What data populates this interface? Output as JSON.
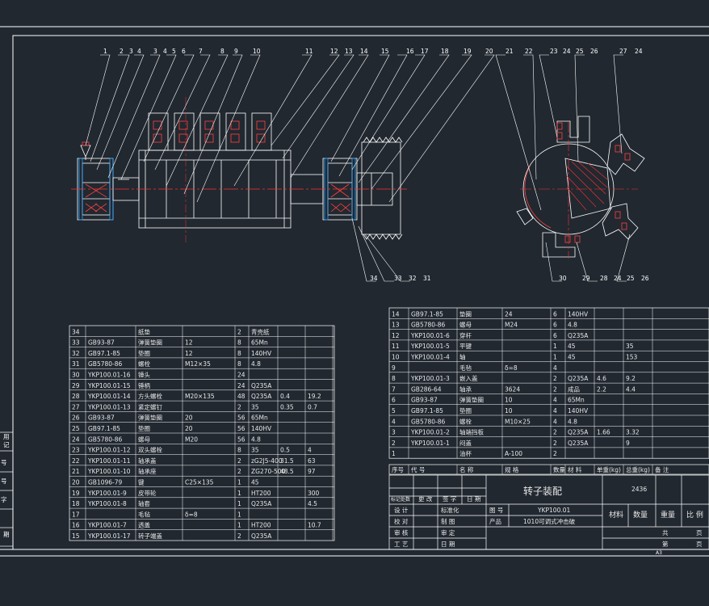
{
  "colors": {
    "background": "#212830",
    "line": "#ffffff",
    "center_line": "#ff3030",
    "hatch": "#ff3030",
    "part": "#ff4040",
    "cyan": "#29a3ff"
  },
  "top_labels": [
    "1",
    "2",
    "3",
    "4",
    "3",
    "4",
    "5",
    "6",
    "7",
    "8",
    "9",
    "10",
    "11",
    "12",
    "13",
    "14",
    "15",
    "16",
    "17",
    "18",
    "19",
    "20",
    "21",
    "22",
    "23",
    "24",
    "25",
    "26",
    "27",
    "24"
  ],
  "bottom_labels": [
    "34",
    "33",
    "32",
    "31",
    "30",
    "29",
    "28",
    "24",
    "25",
    "26"
  ],
  "left_table": [
    [
      "34",
      "",
      "纸垫",
      "",
      "2",
      "青壳纸",
      "",
      "",
      ""
    ],
    [
      "33",
      "GB93-87",
      "弹簧垫圈",
      "12",
      "8",
      "65Mn",
      "",
      "",
      ""
    ],
    [
      "32",
      "GB97.1-85",
      "垫圈",
      "12",
      "8",
      "140HV",
      "",
      "",
      ""
    ],
    [
      "31",
      "GB5780-86",
      "螺栓",
      "M12×35",
      "8",
      "4.8",
      "",
      "",
      ""
    ],
    [
      "30",
      "YKP100.01-16",
      "锤头",
      "",
      "24",
      "",
      "",
      "",
      ""
    ],
    [
      "29",
      "YKP100.01-15",
      "锤柄",
      "",
      "24",
      "Q235A",
      "",
      "",
      ""
    ],
    [
      "28",
      "YKP100.01-14",
      "方头螺栓",
      "M20×135",
      "48",
      "Q235A",
      "0.4",
      "19.2",
      ""
    ],
    [
      "27",
      "YKP100.01-13",
      "紧定螺钉",
      "",
      "2",
      "35",
      "0.35",
      "0.7",
      ""
    ],
    [
      "26",
      "GB93-87",
      "弹簧垫圈",
      "20",
      "56",
      "65Mn",
      "",
      "",
      ""
    ],
    [
      "25",
      "GB97.1-85",
      "垫圈",
      "20",
      "56",
      "140HV",
      "",
      "",
      ""
    ],
    [
      "24",
      "GB5780-86",
      "螺母",
      "M20",
      "56",
      "4.8",
      "",
      "",
      ""
    ],
    [
      "23",
      "YKP100.01-12",
      "双头螺栓",
      "",
      "8",
      "35",
      "0.5",
      "4",
      ""
    ],
    [
      "22",
      "YKP100.01-11",
      "轴承盖",
      "",
      "2",
      "zG2J5-400",
      "31.5",
      "63",
      ""
    ],
    [
      "21",
      "YKP100.01-10",
      "轴承座",
      "",
      "2",
      "ZG270-500",
      "48.5",
      "97",
      ""
    ],
    [
      "20",
      "GB1096-79",
      "键",
      "C25×135",
      "1",
      "45",
      "",
      "",
      ""
    ],
    [
      "19",
      "YKP100.01-9",
      "皮带轮",
      "",
      "1",
      "HT200",
      "",
      "300",
      ""
    ],
    [
      "18",
      "YKP100.01-8",
      "轴套",
      "",
      "1",
      "Q235A",
      "",
      "4.5",
      ""
    ],
    [
      "17",
      "",
      "毛毡",
      "δ=8",
      "1",
      "",
      "",
      "",
      ""
    ],
    [
      "16",
      "YKP100.01-7",
      "透盖",
      "",
      "1",
      "HT200",
      "",
      "10.7",
      ""
    ],
    [
      "15",
      "YKP100.01-17",
      "转子端盖",
      "",
      "2",
      "Q235A",
      "",
      "",
      ""
    ]
  ],
  "right_table": [
    [
      "14",
      "GB97.1-85",
      "垫圈",
      "24",
      "6",
      "140HV",
      "",
      "",
      ""
    ],
    [
      "13",
      "GB5780-86",
      "螺母",
      "M24",
      "6",
      "4.8",
      "",
      "",
      ""
    ],
    [
      "12",
      "YKP100.01-6",
      "穿杆",
      "",
      "6",
      "Q235A",
      "",
      "",
      ""
    ],
    [
      "11",
      "YKP100.01-5",
      "平键",
      "",
      "1",
      "45",
      "",
      "35",
      ""
    ],
    [
      "10",
      "YKP100.01-4",
      "轴",
      "",
      "1",
      "45",
      "",
      "153",
      ""
    ],
    [
      "9",
      "",
      "毛毡",
      "δ=8",
      "4",
      "",
      "",
      "",
      ""
    ],
    [
      "8",
      "YKP100.01-3",
      "嵌入盖",
      "",
      "2",
      "Q235A",
      "4.6",
      "9.2",
      ""
    ],
    [
      "7",
      "GB286-64",
      "轴承",
      "3624",
      "2",
      "成品",
      "2.2",
      "4.4",
      ""
    ],
    [
      "6",
      "GB93-87",
      "弹簧垫圈",
      "10",
      "4",
      "65Mn",
      "",
      "",
      ""
    ],
    [
      "5",
      "GB97.1-85",
      "垫圈",
      "10",
      "4",
      "140HV",
      "",
      "",
      ""
    ],
    [
      "4",
      "GB5780-86",
      "螺栓",
      "M10×25",
      "4",
      "4.8",
      "",
      "",
      ""
    ],
    [
      "3",
      "YKP100.01-2",
      "轴端挡板",
      "",
      "2",
      "Q235A",
      "1.66",
      "3.32",
      ""
    ],
    [
      "2",
      "YKP100.01-1",
      "闷盖",
      "",
      "2",
      "Q235A",
      "",
      "9",
      ""
    ],
    [
      "1",
      "",
      "油杯",
      "A-100",
      "2",
      "",
      "",
      "",
      ""
    ]
  ],
  "header_row": [
    "序号",
    "代 号",
    "名 称",
    "规 格",
    "数量",
    "材 料",
    "单重(kg)",
    "总重(kg)",
    "备 注"
  ],
  "title_block": {
    "title": "转子装配",
    "weight": "2436",
    "rev_headers": [
      "标记处数",
      "更 改",
      "签 字",
      "日 期"
    ],
    "role_labels": [
      "设 计",
      "校 对",
      "审 核",
      "工 艺"
    ],
    "role_labels2": [
      "标准化",
      "制 图",
      "审 定",
      "日 期"
    ],
    "drawing_no_label": "图 号",
    "drawing_no": "YKP100.01",
    "product_label": "产品",
    "product": "1010可调式冲击破",
    "material_label": "材料",
    "qty_label": "数量",
    "weight_label": "重量",
    "scale_label": "比 例",
    "sheets_total": "共",
    "sheets_total_unit": "页",
    "sheet_no": "第",
    "sheet_no_unit": "页"
  },
  "left_margin_labels": [
    "用",
    "记",
    "号",
    "号",
    "字",
    "期"
  ],
  "bottom_strip_labels": [
    "A3"
  ]
}
